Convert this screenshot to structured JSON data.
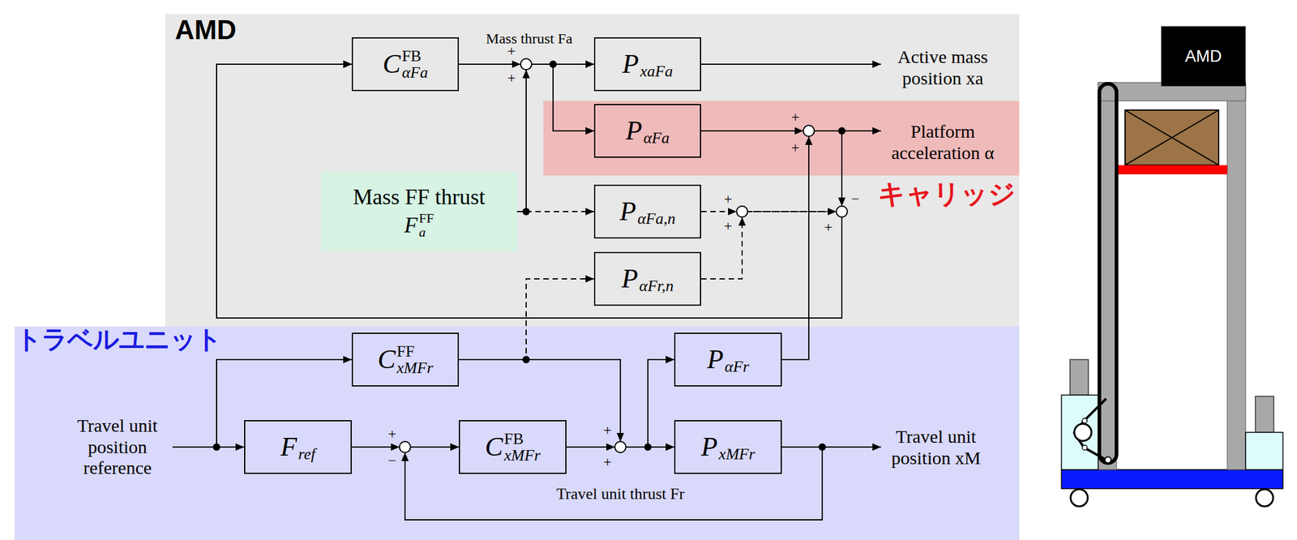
{
  "diagram": {
    "nodes": [
      {
        "text": [
          "AMD"
        ]
      },
      {
        "text": [
          "C",
          "αFa",
          "FB"
        ],
        "in": 0
      },
      {
        "text": [
          "P",
          "xaFa"
        ],
        "in": 0
      },
      {
        "text": [
          "キャリッジ"
        ],
        "in": 0
      },
      {
        "text": [
          "P",
          "αFa"
        ],
        "in": 3
      },
      {
        "text": [
          "Mass FF thrust",
          "F",
          "a",
          "FF"
        ],
        "in": 0
      },
      {
        "text": [
          "P",
          "αFa,n"
        ],
        "in": 0
      },
      {
        "text": [
          "P",
          "αFr,n"
        ],
        "in": 0
      },
      {
        "text": [
          "トラベルユニット"
        ]
      },
      {
        "text": [
          "C",
          "xMFr",
          "FF"
        ],
        "in": 8
      },
      {
        "text": [
          "P",
          "αFr"
        ],
        "in": 8
      },
      {
        "text": [
          "F",
          "ref"
        ],
        "in": 8
      },
      {
        "text": [
          "C",
          "xMFr",
          "FB"
        ],
        "in": 8
      },
      {
        "text": [
          "P",
          "xMFr"
        ],
        "in": 8
      },
      {
        "text": [
          "AMD"
        ]
      }
    ],
    "edges": [
      {
        "from": 1,
        "to": 2,
        "arrow": "to"
      },
      {
        "from": 1,
        "to": 4,
        "arrow": "to"
      },
      {
        "from": 5,
        "to": 2,
        "arrow": "to"
      },
      {
        "from": 5,
        "to": 4,
        "arrow": "to"
      },
      {
        "from": 5,
        "to": 6,
        "arrow": "to"
      },
      {
        "from": 4,
        "to": 1,
        "arrow": "to"
      },
      {
        "from": 10,
        "to": 1,
        "arrow": "to"
      },
      {
        "from": 6,
        "to": 1,
        "arrow": "to"
      },
      {
        "from": 7,
        "to": 1,
        "arrow": "to"
      },
      {
        "from": 11,
        "to": 12,
        "arrow": "to"
      },
      {
        "from": 12,
        "to": 13,
        "arrow": "to"
      },
      {
        "from": 12,
        "to": 10,
        "arrow": "to"
      },
      {
        "from": 9,
        "to": 13,
        "arrow": "to"
      },
      {
        "from": 9,
        "to": 10,
        "arrow": "to"
      },
      {
        "from": 9,
        "to": 7,
        "arrow": "to"
      },
      {
        "from": 13,
        "to": 12,
        "arrow": "to"
      }
    ],
    "labels": [
      "Mass thrust Fa",
      "+",
      "+",
      "Active mass position xa",
      "Platform acceleration α",
      "+",
      "+",
      "+",
      "+",
      "−",
      "+",
      "Travel unit position reference",
      "+",
      "−",
      "+",
      "+",
      "Travel unit thrust Fr",
      "Travel unit position xM"
    ]
  }
}
